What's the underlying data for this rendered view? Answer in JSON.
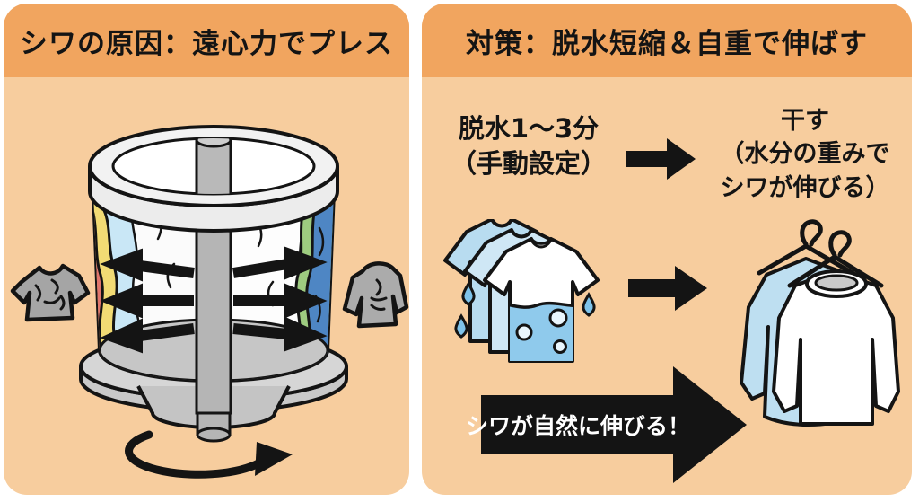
{
  "left_panel": {
    "title": "シワの原因：遠心力でプレス",
    "illustration": "washing-machine-drum-spinning-clothes-pressed-outward"
  },
  "right_panel": {
    "title": "対策：脱水短縮＆自重で伸ばす",
    "step1": {
      "line1": "脱水1〜3分",
      "line2": "（手動設定）"
    },
    "step2": {
      "line1": "干す",
      "line2": "（水分の重みで",
      "line3": "シワが伸びる）"
    },
    "banner": {
      "label": "シワが自然に伸びる！"
    }
  },
  "icons": {
    "drum": "washing-drum-icon",
    "spin_arrow": "rotation-arrow-icon",
    "force_arrows": "outward-force-arrows-icon",
    "wrinkled_tshirt": "wrinkled-tshirt-icon",
    "wrinkled_sweater": "wrinkled-sweater-icon",
    "wet_tshirts": "wet-tshirts-icon",
    "right_arrow": "right-arrow-icon",
    "hanging_shirts": "hanging-shirts-icon",
    "banner_arrow": "banner-arrow-icon",
    "water_drop": "water-drop-icon"
  },
  "colors": {
    "panel_bg": "#f7cd9e",
    "header_bg": "#f1a55f",
    "text": "#141414",
    "banner_arrow": "#141414",
    "banner_text": "#ffffff",
    "drum_interior_blue": "#c9e7f6",
    "water_blue": "#8fcaec",
    "light_blue_cloth": "#bedff1",
    "cloth_red": "#e0756c",
    "cloth_yellow": "#f2db74",
    "cloth_green": "#9ecc80",
    "cloth_blue": "#4e86c4",
    "metal_gray": "#d2d2d2",
    "wrinkled_gray": "#a6a6a6"
  }
}
